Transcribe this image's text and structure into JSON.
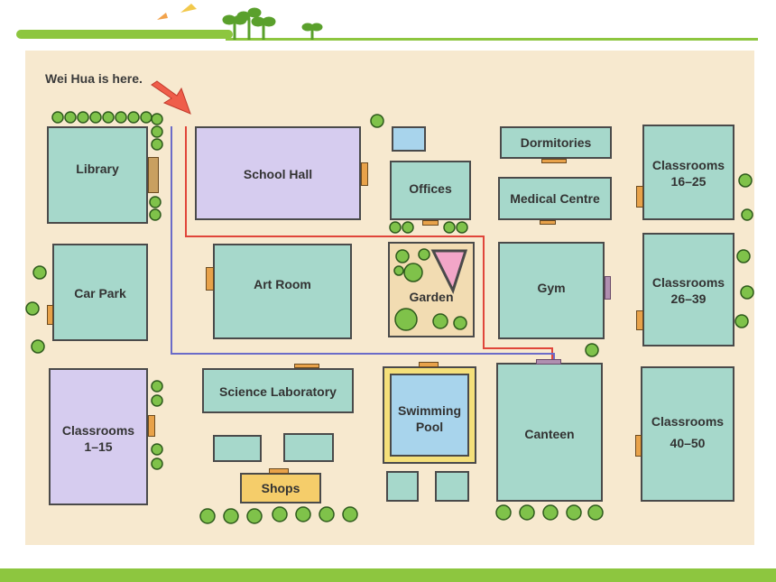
{
  "header": {
    "decoration": "sprout-decoration"
  },
  "map": {
    "start_label": "Wei Hua is here.",
    "buildings": {
      "library": "Library",
      "school_hall": "School Hall",
      "offices": "Offices",
      "dormitories": "Dormitories",
      "medical_centre": "Medical Centre",
      "classrooms_16_25": [
        "Classrooms",
        "16–25"
      ],
      "car_park": "Car Park",
      "art_room": "Art Room",
      "garden": "Garden",
      "gym": "Gym",
      "classrooms_26_39": [
        "Classrooms",
        "26–39"
      ],
      "science_laboratory": "Science Laboratory",
      "swimming_pool": [
        "Swimming",
        "Pool"
      ],
      "canteen": "Canteen",
      "classrooms_1_15": [
        "Classrooms",
        "1–15"
      ],
      "classrooms_40_50": [
        "Classrooms",
        "40–50"
      ],
      "shops": "Shops"
    },
    "colors": {
      "building": "#a6d8cb",
      "hall": "#d6ccef",
      "route_red": "#e0453a",
      "route_blue": "#6b6bc8",
      "path": "#f7e9cf"
    }
  }
}
